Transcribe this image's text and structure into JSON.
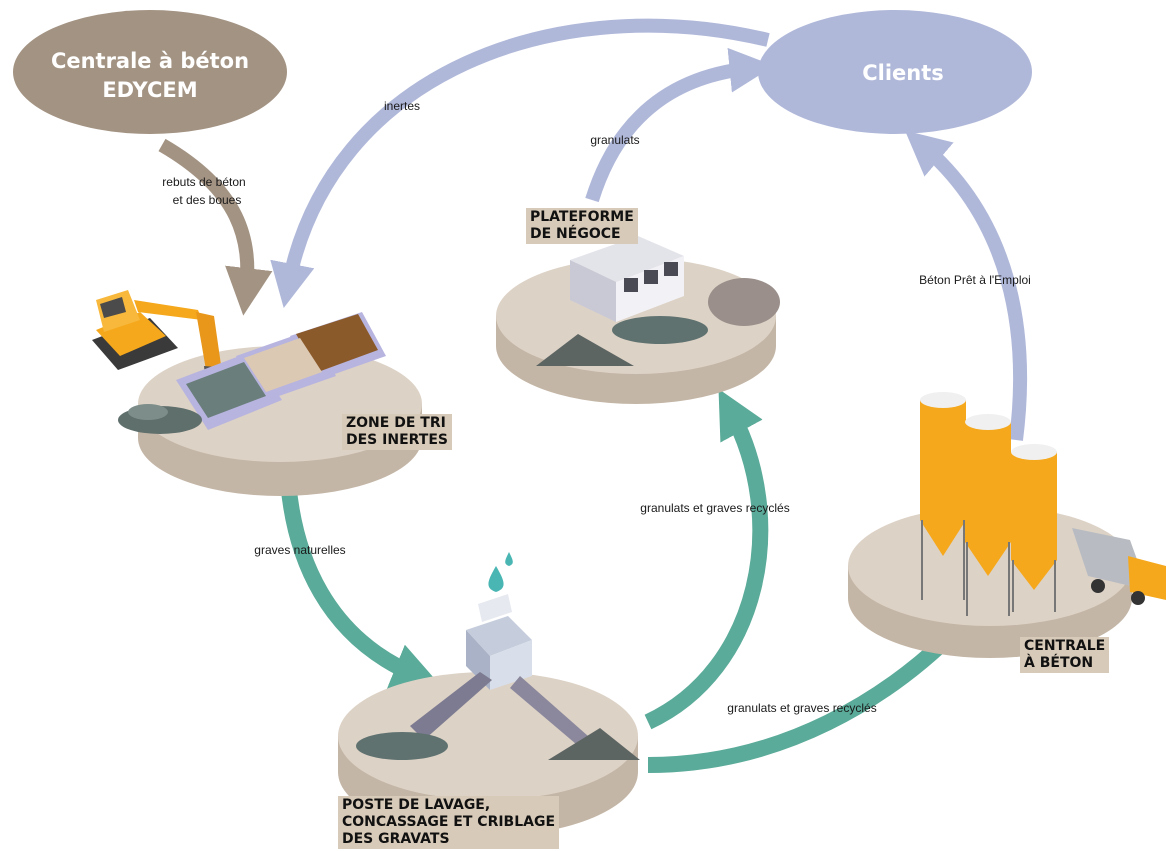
{
  "nodes": {
    "centrale_edycem": {
      "line1": "Centrale à béton",
      "line2": "EDYCEM"
    },
    "clients": {
      "label": "Clients"
    }
  },
  "stations": {
    "zone_tri": {
      "line1": "ZONE DE TRI",
      "line2": "DES INERTES"
    },
    "plateforme": {
      "line1": "PLATEFORME",
      "line2": "DE NÉGOCE"
    },
    "centrale_beton": {
      "line1": "CENTRALE",
      "line2": "À BÉTON"
    },
    "poste_lavage": {
      "line1": "POSTE DE LAVAGE,",
      "line2": "CONCASSAGE ET CRIBLAGE",
      "line3": "DES GRAVATS"
    }
  },
  "flows": {
    "inertes": "inertes",
    "granulats": "granulats",
    "rebuts_1": "rebuts de béton",
    "rebuts_2": "et des boues",
    "beton_pret": "Béton Prêt à l'Emploi",
    "graves_naturelles": "graves naturelles",
    "recycles_up": "granulats et graves recyclés",
    "recycles_right": "granulats et graves recyclés"
  },
  "colors": {
    "brown": "#a39383",
    "lavender": "#b0b8da",
    "teal": "#5aab99",
    "platform": "#d8ccc0",
    "platform_side": "#c4b6a6",
    "tag": "#d8cab8",
    "yellow": "#f5a81c"
  }
}
